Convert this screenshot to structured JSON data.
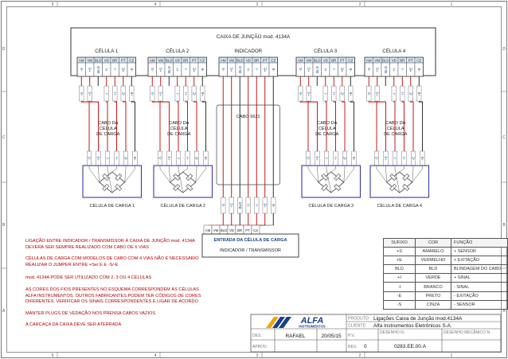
{
  "border_letters": [
    "D",
    "C",
    "B",
    "A"
  ],
  "border_numbers": [
    "5",
    "4",
    "3",
    "2",
    "1"
  ],
  "junction_box": {
    "title": "CAIXA DE JUNÇÃO mod. 4134A",
    "cells": [
      "CÉLULA 1",
      "CÉLULA 2",
      "INDICADOR",
      "CÉLULA 3",
      "CÉLULA 4"
    ]
  },
  "terminal_labels": [
    "AM",
    "VM",
    "BLD",
    "VD",
    "BR",
    "PT",
    "CZ"
  ],
  "signal_labels": [
    "-S",
    "+S",
    "BLD",
    "+I",
    "-I",
    "+E",
    "-E"
  ],
  "cell_wire_labels": [
    "-S",
    "+S",
    "-I",
    "+I",
    "-E",
    "+E"
  ],
  "cable_labels": {
    "cells": [
      "CABO DA\nCÉLULA\nDE CARGA",
      "CABO DA\nCÉLULA\nDE CARGA",
      "CABO DA\nCÉLULA\nDE CARGA",
      "CABO DA\nCÉLULA\nDE CARGA"
    ],
    "center": "CABO 9621"
  },
  "load_cells": [
    "CÉLULA DE CARGA 1",
    "CÉLULA DE CARGA 2",
    "CÉLULA DE CARGA 3",
    "CÉLULA DE CARGA 4"
  ],
  "input_box": {
    "title": "ENTRADA DA CÉLULA DE CARGA",
    "subtitle": "INDICADOR / TRANSMISSOR"
  },
  "notes": [
    "LIGAÇÃO ENTRE INDICADOR / TRANSMISSOR À CAIXA DE JUNÇÃO mod. 4134A DEVERÁ SER SEMPRE REALIZADO COM CABO DE 6 VIAS",
    "CÉLULAS DE CARGA COM MODELOS DE CABO COM 4 VIAS NÃO É NECESSÁRIO REALIZAR O JUMPER ENTRE +Se/ E E -S/-E",
    "mod. 4134A PODE SER UTILIZADO COM 2, 3 OU 4 CÉLULAS",
    "AS CORES DOS FIOS PRESENTES NO ESQUEMA CORRESPONDEM ÀS CÉLULAS ALFA INSTRUMENTOS. OUTROS FABRICANTES PODEM TER CÓDIGOS DE CORES DIFERENTES. VERIFICAR OS SINAIS CORRESPONDENTES E LIGAR DE ACORDO",
    "MANTER PLUGS DE VEDAÇÃO NOS PRENSA CABOS VAZIOS",
    "A CARCAÇA DA CAIXA DEVE SER ATERRADA"
  ],
  "legend": {
    "headers": [
      "SUFIXO",
      "COR",
      "FUNÇÃO"
    ],
    "rows": [
      [
        "+S",
        "AMARELO",
        "+ SENSOR"
      ],
      [
        "+E",
        "VERMELHO",
        "+ EXITAÇÃO"
      ],
      [
        "BLD",
        "BLD",
        "BLINDAGEM DO CABO"
      ],
      [
        "+I",
        "VERDE",
        "+ SINAL"
      ],
      [
        "-I",
        "BRANCO",
        "- SINAL"
      ],
      [
        "-E",
        "PRETO",
        "- EXITAÇÃO"
      ],
      [
        "-S",
        "CINZA",
        "- SENSOR"
      ]
    ]
  },
  "title_block": {
    "logo_text": "ALFA",
    "logo_sub": "INSTRUMENTOS",
    "produto_label": "PRODUTO:",
    "produto_value": "Ligações Caixa de Junção mod.4134A",
    "cliente_label": "CLIENTE:",
    "cliente_value": "Alfa Instrumentos Eletrônicos S.A.",
    "des_label": "DES.:",
    "des_value": "RAFAEL",
    "date_value": "20/05/15",
    "pv_label": "P.V.:",
    "desenho_n_label": "DESENHO N.:",
    "desenho_mec_label": "DESENHO MECÂNICO N.",
    "aprov_label": "APROV.:",
    "rev_label": "REV.:",
    "rev_value": "0",
    "drawing_number": "0283.EE.00.A"
  },
  "colors": {
    "wire_red": "#c00000",
    "wire_dark": "#1a1a1a",
    "terminal_fill": "#d9eaf6",
    "cell_box": "#3a3aa8",
    "note_text": "#b00000",
    "title_blue": "#1a3f8f"
  }
}
